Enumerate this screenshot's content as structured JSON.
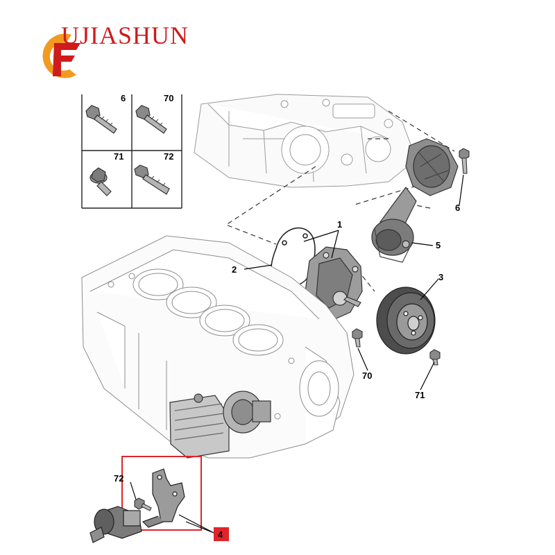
{
  "brand": {
    "name": "UJIASHUN",
    "logo_letter": "F",
    "color_red": "#cf1b1b",
    "color_orange": "#f29a1f"
  },
  "fastener_panel": {
    "cells": [
      {
        "label": "6"
      },
      {
        "label": "70"
      },
      {
        "label": "71"
      },
      {
        "label": "72"
      }
    ]
  },
  "callouts": {
    "water_pump": "1",
    "gasket": "2",
    "pulley": "3",
    "bracket": "4",
    "tensioner": "5",
    "tensioner_bolt": "6",
    "pump_bolt": "70",
    "pulley_bolt": "71",
    "bracket_bolt": "72"
  },
  "highlight_color": "#e0242a"
}
